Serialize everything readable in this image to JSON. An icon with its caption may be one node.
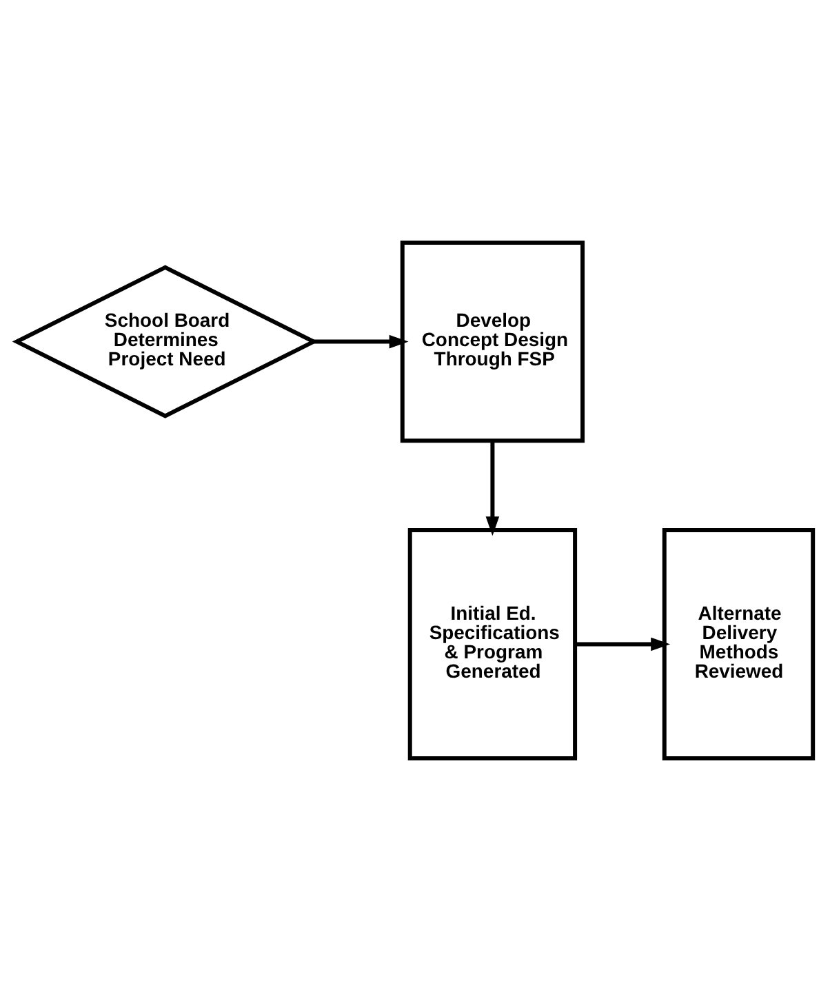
{
  "diagram": {
    "nodes": [
      {
        "text": [
          "School Board Determines Project Need"
        ]
      },
      {
        "text": [
          "Develop Concept Design Through FSP"
        ]
      },
      {
        "text": [
          "Initial Ed. Specifications & Program Generated"
        ]
      },
      {
        "text": [
          "Alternate Delivery Methods Reviewed"
        ]
      }
    ],
    "edges": [
      {
        "from": 0,
        "to": 1,
        "arrow": "to"
      },
      {
        "from": 1,
        "to": 2,
        "arrow": "to"
      },
      {
        "from": 2,
        "to": 3,
        "arrow": "to"
      }
    ]
  }
}
